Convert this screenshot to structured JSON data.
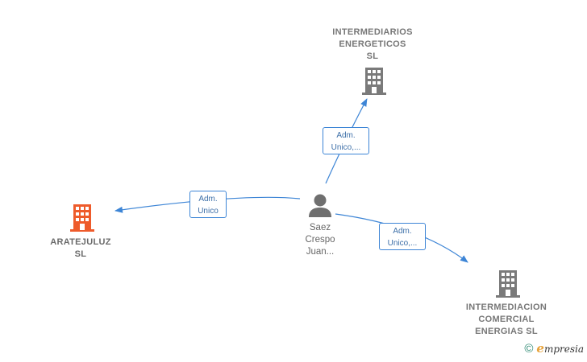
{
  "colors": {
    "edge": "#3d85d6",
    "building_gray": "#7a7a7a",
    "building_highlight": "#ee5b2b",
    "person": "#6f6f6f"
  },
  "nodes": {
    "top_company": {
      "lines": [
        "INTERMEDIARIOS",
        "ENERGETICOS",
        "SL"
      ],
      "icon": "building-icon"
    },
    "left_company": {
      "lines": [
        "ARATEJULUZ",
        "SL"
      ],
      "icon": "building-icon"
    },
    "bottom_company": {
      "lines": [
        "INTERMEDIACION",
        "COMERCIAL",
        "ENERGIAS SL"
      ],
      "icon": "building-icon"
    },
    "person": {
      "lines": [
        "Saez",
        "Crespo",
        "Juan..."
      ],
      "icon": "person-icon"
    }
  },
  "edges": {
    "to_top": {
      "lines": [
        "Adm.",
        "Unico,..."
      ]
    },
    "to_left": {
      "lines": [
        "Adm.",
        "Unico"
      ]
    },
    "to_bottom": {
      "lines": [
        "Adm.",
        "Unico,..."
      ]
    }
  },
  "footer": {
    "copyright": "©",
    "brand_first": "e",
    "brand_rest": "mpresia"
  }
}
